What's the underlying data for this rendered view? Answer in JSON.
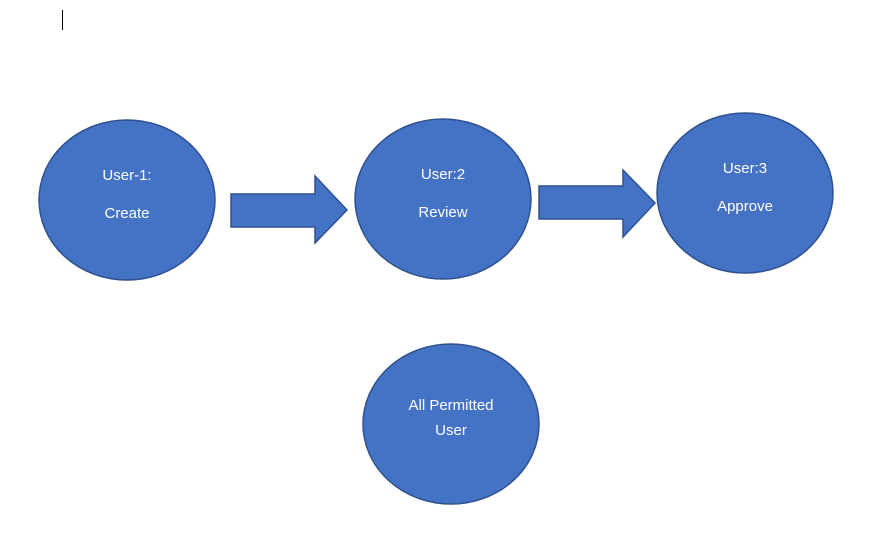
{
  "diagram": {
    "nodes": [
      {
        "id": "user-1-create",
        "lines": [
          "User-1:",
          "Create"
        ]
      },
      {
        "id": "user-2-review",
        "lines": [
          "User:2",
          "Review"
        ]
      },
      {
        "id": "user-3-approve",
        "lines": [
          "User:3",
          "Approve"
        ]
      },
      {
        "id": "all-permitted-user",
        "lines": [
          "All Permitted",
          "User"
        ]
      }
    ],
    "edges": [
      {
        "from": "user-1-create",
        "to": "user-2-review"
      },
      {
        "from": "user-2-review",
        "to": "user-3-approve"
      }
    ],
    "colors": {
      "node_fill": "#4472c4",
      "node_stroke": "#2f528f",
      "text": "#ffffff"
    }
  }
}
